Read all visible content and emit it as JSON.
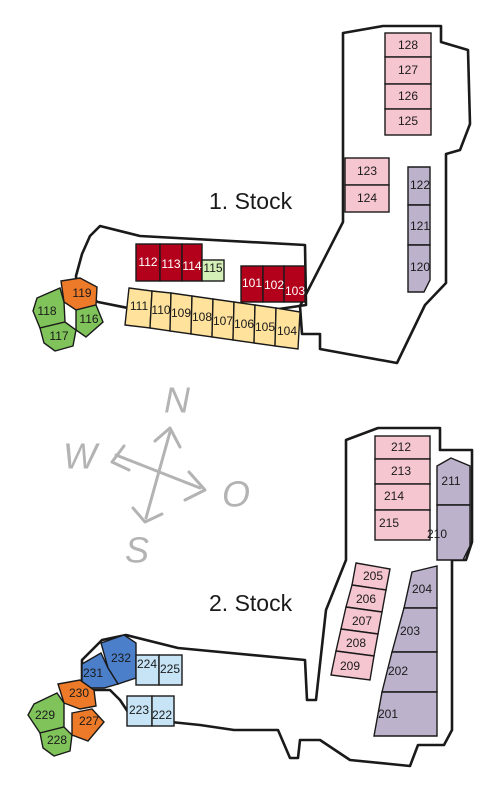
{
  "floors": [
    {
      "title": "1. Stock",
      "rooms": [
        "128",
        "127",
        "126",
        "125",
        "123",
        "124",
        "122",
        "121",
        "120",
        "112",
        "113",
        "114",
        "115",
        "101",
        "102",
        "103",
        "111",
        "110",
        "109",
        "108",
        "107",
        "106",
        "105",
        "104",
        "119",
        "118",
        "117",
        "116"
      ]
    },
    {
      "title": "2. Stock",
      "rooms": [
        "212",
        "213",
        "214",
        "215",
        "211",
        "210",
        "205",
        "206",
        "207",
        "208",
        "209",
        "204",
        "203",
        "202",
        "201",
        "232",
        "231",
        "230",
        "229",
        "228",
        "227",
        "224",
        "225",
        "223",
        "222"
      ]
    }
  ],
  "compass": {
    "north": "N",
    "south": "S",
    "west": "W",
    "east": "O"
  },
  "colors": {
    "pink": "#f6c6d0",
    "purple": "#bcb2cc",
    "red": "#b3001b",
    "light_green": "#d4f0b8",
    "yellow": "#ffe29c",
    "orange": "#ed7a28",
    "green": "#7fc35a",
    "light_blue": "#c7e4f6",
    "blue": "#4c7fc9",
    "compass": "#b3b3b3"
  }
}
